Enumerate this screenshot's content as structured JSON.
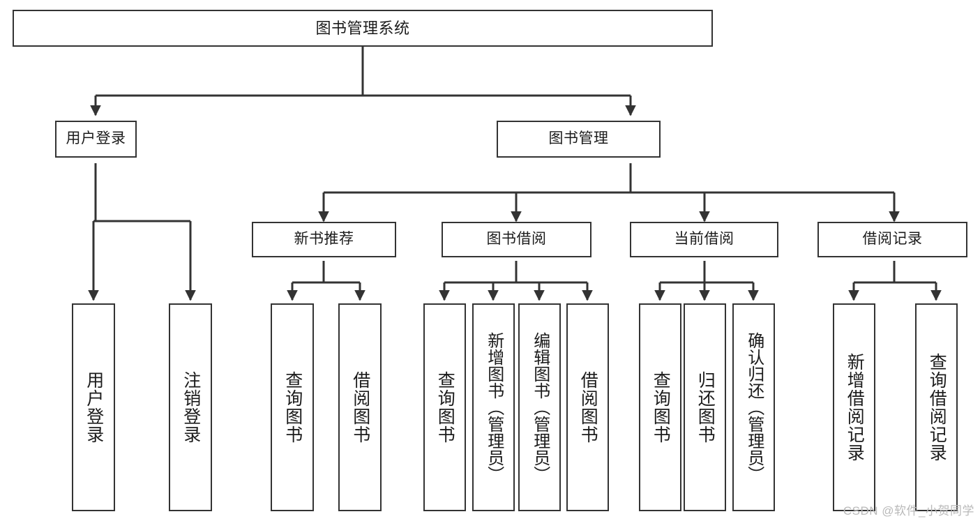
{
  "diagram": {
    "title": "图书管理系统",
    "type": "tree-hierarchy-diagram",
    "watermark": "CSDN @软件_小贺同学",
    "colors": {
      "box_border": "#333333",
      "box_fill": "#ffffff",
      "connector": "#333333",
      "text": "#1b1b1b",
      "watermark": "#b9b9b9"
    },
    "root": {
      "label": "图书管理系统"
    },
    "level2": [
      {
        "label": "用户登录"
      },
      {
        "label": "图书管理"
      }
    ],
    "level3": [
      {
        "label": "新书推荐"
      },
      {
        "label": "图书借阅"
      },
      {
        "label": "当前借阅"
      },
      {
        "label": "借阅记录"
      }
    ],
    "leaves": {
      "user_login": [
        {
          "label": "用户登录"
        },
        {
          "label": "注销登录"
        }
      ],
      "new_book_recommend": [
        {
          "label": "查询图书"
        },
        {
          "label": "借阅图书"
        }
      ],
      "book_borrow": [
        {
          "label": "查询图书"
        },
        {
          "label": "新增图书（管理员）"
        },
        {
          "label": "编辑图书（管理员）"
        },
        {
          "label": "借阅图书"
        }
      ],
      "current_borrow": [
        {
          "label": "查询图书"
        },
        {
          "label": "归还图书"
        },
        {
          "label": "确认归还（管理员）"
        }
      ],
      "borrow_record": [
        {
          "label": "新增借阅记录"
        },
        {
          "label": "查询借阅记录"
        }
      ]
    }
  }
}
